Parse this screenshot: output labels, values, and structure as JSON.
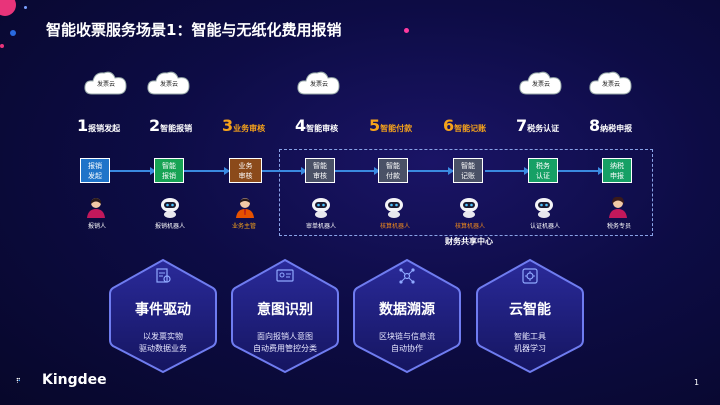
{
  "title": "智能收票服务场景1：智能与无纸化费用报销",
  "clouds": [
    {
      "label": "发票云"
    },
    {
      "label": "发票云"
    },
    {
      "label": "发票云"
    },
    {
      "label": "发票云"
    },
    {
      "label": "发票云"
    }
  ],
  "steps": [
    {
      "num": "1",
      "label": "报销发起"
    },
    {
      "num": "2",
      "label": "智能报销"
    },
    {
      "num": "3",
      "label": "业务审核"
    },
    {
      "num": "4",
      "label": "智能审核"
    },
    {
      "num": "5",
      "label": "智能付款"
    },
    {
      "num": "6",
      "label": "智能记账"
    },
    {
      "num": "7",
      "label": "税务认证"
    },
    {
      "num": "8",
      "label": "纳税申报"
    }
  ],
  "boxes": [
    {
      "l1": "报销",
      "l2": "发起"
    },
    {
      "l1": "智能",
      "l2": "报销"
    },
    {
      "l1": "业务",
      "l2": "审核"
    },
    {
      "l1": "智能",
      "l2": "审核"
    },
    {
      "l1": "智能",
      "l2": "付款"
    },
    {
      "l1": "智能",
      "l2": "记账"
    },
    {
      "l1": "税务",
      "l2": "认证"
    },
    {
      "l1": "纳税",
      "l2": "申报"
    }
  ],
  "actors": [
    {
      "label": "报销人"
    },
    {
      "label": "报销机器人"
    },
    {
      "label": "业务主管"
    },
    {
      "label": "审单机器人"
    },
    {
      "label": "核算机器人"
    },
    {
      "label": "核算机器人"
    },
    {
      "label": "认证机器人"
    },
    {
      "label": "税务专员"
    }
  ],
  "center_label": "财务共享中心",
  "hexes": [
    {
      "title": "事件驱动",
      "l1": "以发票实物",
      "l2": "驱动数据业务",
      "icon": "document-search-icon"
    },
    {
      "title": "意图识别",
      "l1": "面向报销人意图",
      "l2": "自动费用管控分类",
      "icon": "id-card-icon"
    },
    {
      "title": "数据溯源",
      "l1": "区块链与信息流",
      "l2": "自动协作",
      "icon": "network-icon"
    },
    {
      "title": "云智能",
      "l1": "智能工具",
      "l2": "机器学习",
      "icon": "cloud-gear-icon"
    }
  ],
  "brand": "Kingdee",
  "page_number": "1",
  "colors": {
    "accent_gold": "#f5a21b",
    "flow_blue": "#3a8ae0",
    "background": "#0b0b3a"
  }
}
